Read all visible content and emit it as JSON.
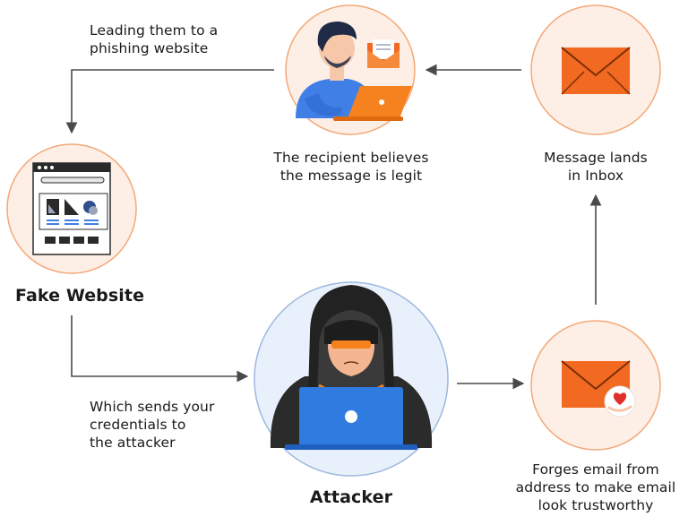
{
  "nodes": {
    "recipient": {
      "caption": "The recipient believes\nthe message is legit"
    },
    "inbox": {
      "caption": "Message lands\nin Inbox"
    },
    "fake_website": {
      "caption": "Fake Website"
    },
    "attacker": {
      "caption": "Attacker"
    },
    "forged_email": {
      "caption": "Forges email from\naddress to make email\nlook trustworthy"
    }
  },
  "edges": {
    "to_phishing": {
      "caption": "Leading them to a\nphishing website"
    },
    "to_attacker": {
      "caption": "Which sends your\ncredentials to\nthe attacker"
    }
  },
  "colors": {
    "circle_fill": "#fdefe6",
    "circle_stroke": "#f3a878",
    "attacker_fill": "#e8f0fb",
    "attacker_stroke": "#9db8e0",
    "envelope": "#f26a21",
    "laptop_orange": "#f5821f",
    "laptop_blue": "#2f7be0",
    "arrow": "#4a4a4a"
  }
}
